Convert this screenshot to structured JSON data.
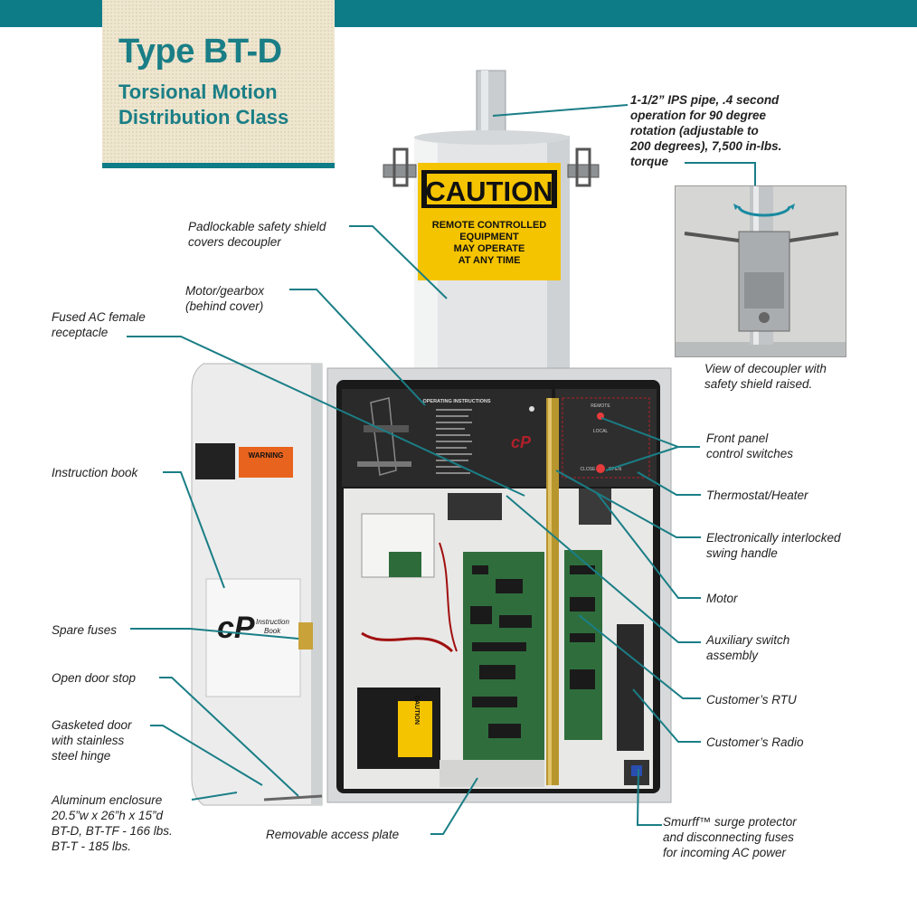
{
  "header": {
    "title": "Type BT-D",
    "subtitle": "Torsional Motion Distribution Class"
  },
  "caution_sign": {
    "heading": "CAUTION",
    "body_lines": [
      "REMOTE CONTROLLED",
      "EQUIPMENT",
      "MAY OPERATE",
      "AT ANY TIME"
    ]
  },
  "door_labels": {
    "warning": "WARNING",
    "book_line1": "Instruction",
    "book_line2": "Book",
    "battery_caution": "CAUTION"
  },
  "panel_labels": {
    "operating_instructions": "OPERATING INSTRUCTIONS",
    "remote": "REMOTE",
    "local": "LOCAL",
    "close": "CLOSE",
    "open": "OPEN"
  },
  "inset": {
    "caption": [
      "View of decoupler with",
      "safety shield raised."
    ]
  },
  "callouts": {
    "pipe": [
      "1-1/2” IPS pipe, .4 second",
      "operation for 90 degree",
      "rotation (adjustable to",
      "200 degrees), 7,500 in-lbs.",
      "torque"
    ],
    "shield": [
      "Padlockable safety shield",
      "covers decoupler"
    ],
    "motor_gearbox": [
      "Motor/gearbox",
      "(behind cover)"
    ],
    "fused_ac": [
      "Fused AC female",
      "receptacle"
    ],
    "instruction_book": "Instruction book",
    "spare_fuses": "Spare fuses",
    "door_stop": "Open door stop",
    "gasketed_door": [
      "Gasketed door",
      "with stainless",
      "steel hinge"
    ],
    "enclosure": [
      "Aluminum enclosure",
      "20.5”w x 26”h x 15”d",
      "BT-D, BT-TF - 166 lbs.",
      "BT-T - 185 lbs."
    ],
    "access_plate": "Removable access plate",
    "front_panel": [
      "Front panel",
      "control switches"
    ],
    "thermostat": "Thermostat/Heater",
    "swing_handle": [
      "Electronically interlocked",
      "swing handle"
    ],
    "motor": "Motor",
    "aux_switch": [
      "Auxiliary switch",
      "assembly"
    ],
    "rtu": "Customer’s RTU",
    "radio": "Customer’s Radio",
    "smurff": [
      "Smurff™ surge protector",
      "and disconnecting fuses",
      "for incoming AC power"
    ]
  },
  "colors": {
    "accent_teal": "#0e7c86",
    "title_panel": "#efe6cf",
    "caution_yellow": "#f5c400"
  }
}
